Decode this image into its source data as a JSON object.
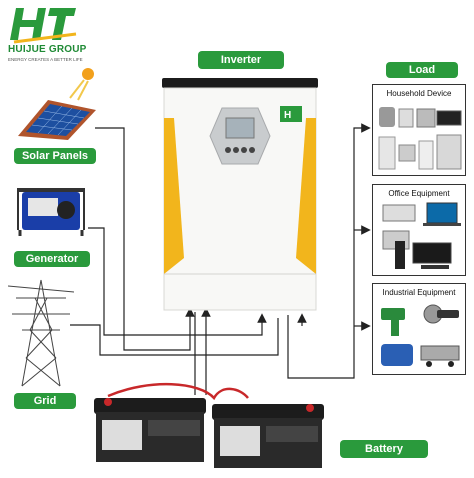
{
  "brand": {
    "name": "HUIJUE GROUP",
    "slogan": "ENERGY CREATES A BETTER LIFE"
  },
  "labels": {
    "inverter": "Inverter",
    "load": "Load",
    "solar": "Solar Panels",
    "generator": "Generator",
    "grid": "Grid",
    "battery": "Battery"
  },
  "load_boxes": {
    "household": "Household Device",
    "office": "Office Equipment",
    "industrial": "Industrial Equipment"
  },
  "colors": {
    "green": "#2a9a3c",
    "yellow": "#f2b51c",
    "line": "#222222",
    "cable": "#c8282a"
  }
}
